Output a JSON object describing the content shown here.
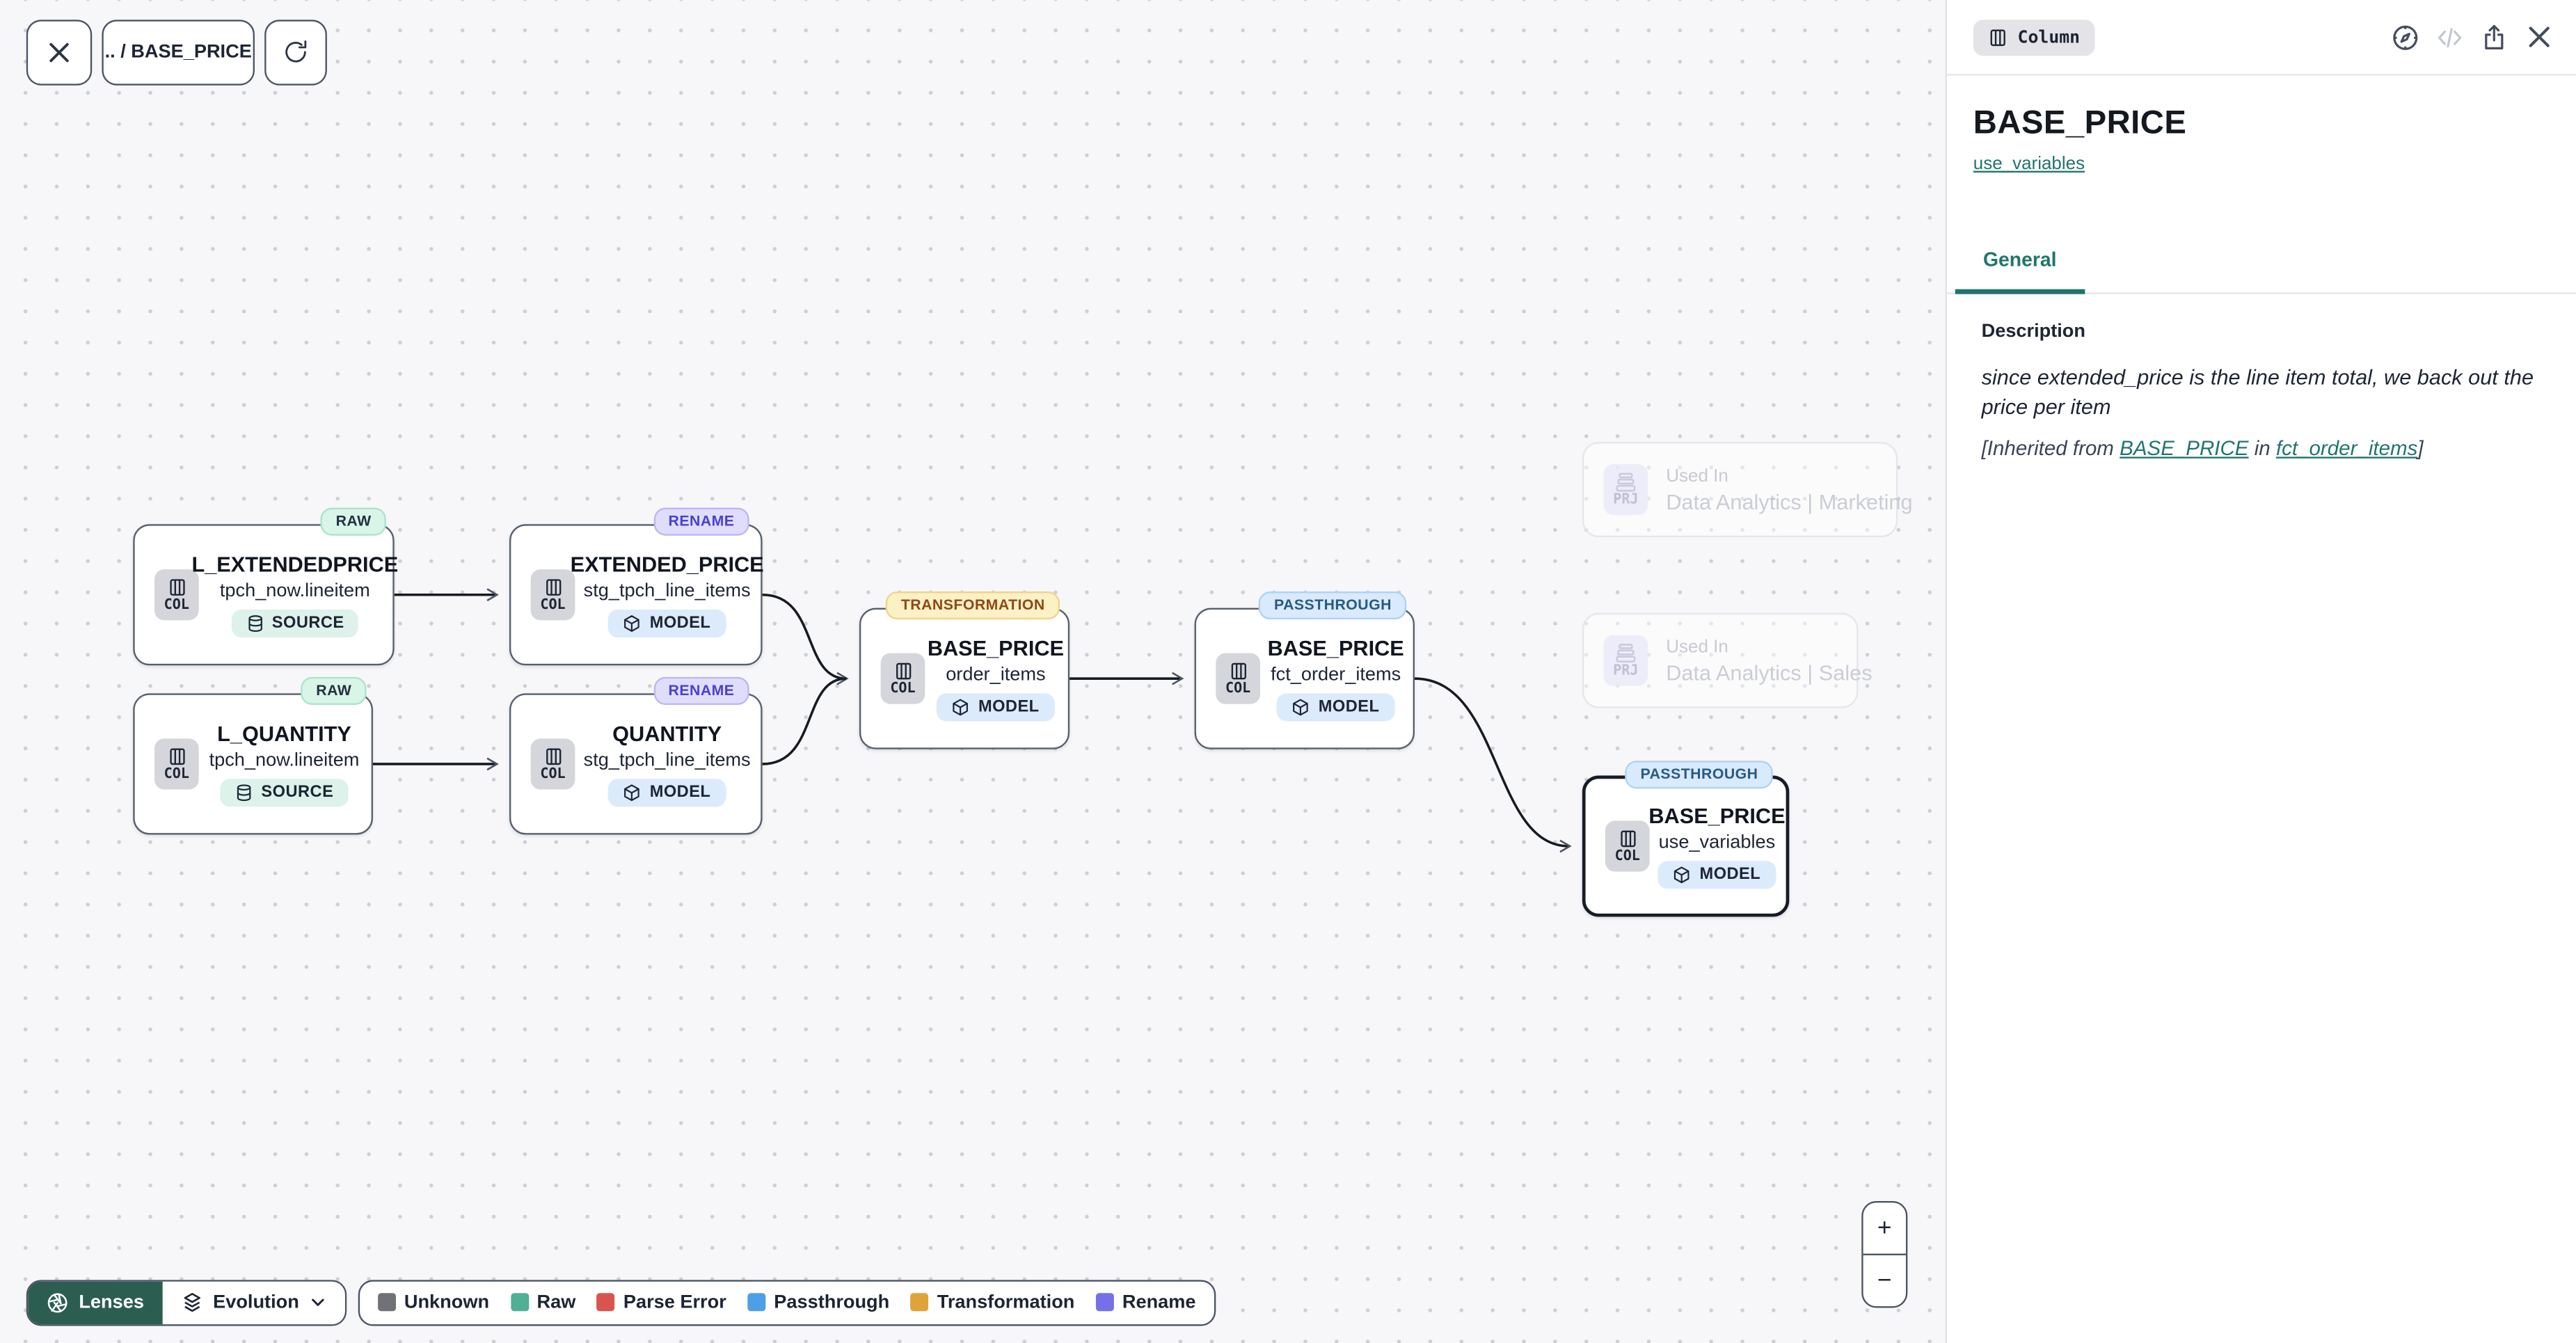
{
  "toolbar": {
    "breadcrumb": ".. / BASE_PRICE"
  },
  "canvas": {
    "nodes": [
      {
        "badge": "RAW",
        "title": "L_EXTENDEDPRICE",
        "subtitle": "tpch_now.lineitem",
        "chip": "COL",
        "pill": "SOURCE"
      },
      {
        "badge": "RAW",
        "title": "L_QUANTITY",
        "subtitle": "tpch_now.lineitem",
        "chip": "COL",
        "pill": "SOURCE"
      },
      {
        "badge": "RENAME",
        "title": "EXTENDED_PRICE",
        "subtitle": "stg_tpch_line_items",
        "chip": "COL",
        "pill": "MODEL"
      },
      {
        "badge": "RENAME",
        "title": "QUANTITY",
        "subtitle": "stg_tpch_line_items",
        "chip": "COL",
        "pill": "MODEL"
      },
      {
        "badge": "TRANSFORMATION",
        "title": "BASE_PRICE",
        "subtitle": "order_items",
        "chip": "COL",
        "pill": "MODEL"
      },
      {
        "badge": "PASSTHROUGH",
        "title": "BASE_PRICE",
        "subtitle": "fct_order_items",
        "chip": "COL",
        "pill": "MODEL"
      },
      {
        "badge": "PASSTHROUGH",
        "title": "BASE_PRICE",
        "subtitle": "use_variables",
        "chip": "COL",
        "pill": "MODEL"
      }
    ],
    "ghosts": [
      {
        "chip": "PRJ",
        "used_in": "Used In",
        "name": "Data Analytics | Marketing"
      },
      {
        "chip": "PRJ",
        "used_in": "Used In",
        "name": "Data Analytics | Sales"
      }
    ],
    "lenses_label": "Lenses",
    "evolution_label": "Evolution",
    "zoom_in_label": "+",
    "zoom_out_label": "−"
  },
  "legend": {
    "items": [
      {
        "label": "Unknown",
        "color": "#717178"
      },
      {
        "label": "Raw",
        "color": "#4fb096"
      },
      {
        "label": "Parse Error",
        "color": "#d9544e"
      },
      {
        "label": "Passthrough",
        "color": "#4d9fe8"
      },
      {
        "label": "Transformation",
        "color": "#e2a23a"
      },
      {
        "label": "Rename",
        "color": "#7570e8"
      }
    ]
  },
  "panel": {
    "type_badge": "Column",
    "title": "BASE_PRICE",
    "subtitle_link": "use_variables",
    "tabs": [
      {
        "label": "General"
      }
    ],
    "description": {
      "label": "Description",
      "text": "since extended_price is the line item total, we back out the price per item",
      "inherited_prefix": "[Inherited from ",
      "inherited_link_column": "BASE_PRICE",
      "inherited_mid": " in ",
      "inherited_link_model": "fct_order_items",
      "inherited_suffix": "]"
    }
  },
  "colors": {
    "accent_teal": "#20756d",
    "lenses_green": "#2b5e51",
    "node_border": "#57606e",
    "selected_node_border": "#171c26",
    "badge_raw_bg": "#d9f5e8",
    "badge_rename_bg": "#e0ddfc",
    "badge_transformation_bg": "#fcf0c5",
    "badge_passthrough_bg": "#d9eafc"
  }
}
